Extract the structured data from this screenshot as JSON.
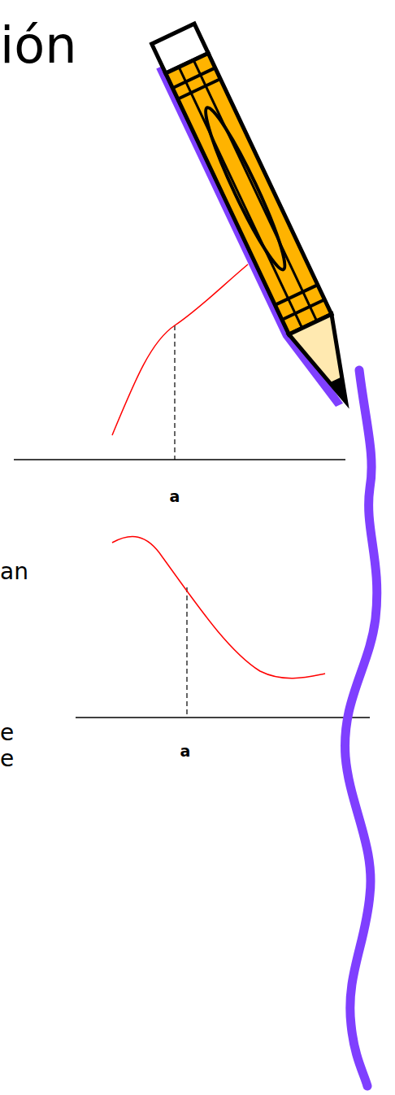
{
  "diagram": {
    "labels": [
      "ión",
      "a",
      "an",
      "e",
      "a",
      "e"
    ]
  }
}
